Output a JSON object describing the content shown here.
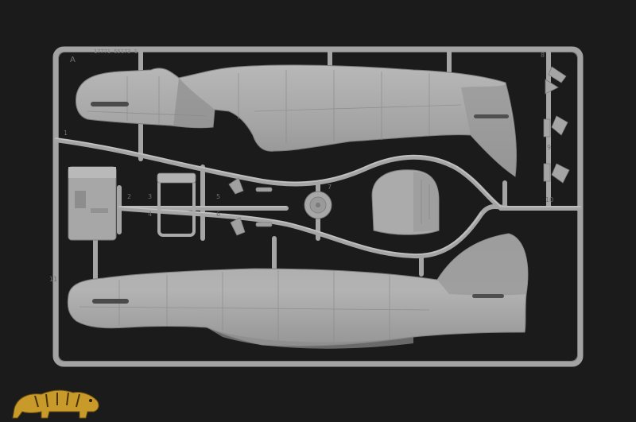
{
  "sprue": {
    "letter": "A",
    "code": "17771 55173 1",
    "part_numbers": [
      "1",
      "2",
      "3",
      "4",
      "5",
      "6",
      "7",
      "8",
      "9",
      "10",
      "11"
    ]
  },
  "parts": {
    "fuselage_left": "fuselage-half",
    "fuselage_right": "fuselage-half",
    "instrument_panel": "bulkhead",
    "seat": "seat",
    "propeller_hub": "hub"
  },
  "logo": {
    "label": "tiger-logo"
  },
  "colors": {
    "background": "#1b1b1b",
    "plastic": "#a6a6a6",
    "plastic_shadow": "#8a8a8a",
    "plastic_highlight": "#c2c2c2",
    "logo": "#c89a2a"
  }
}
